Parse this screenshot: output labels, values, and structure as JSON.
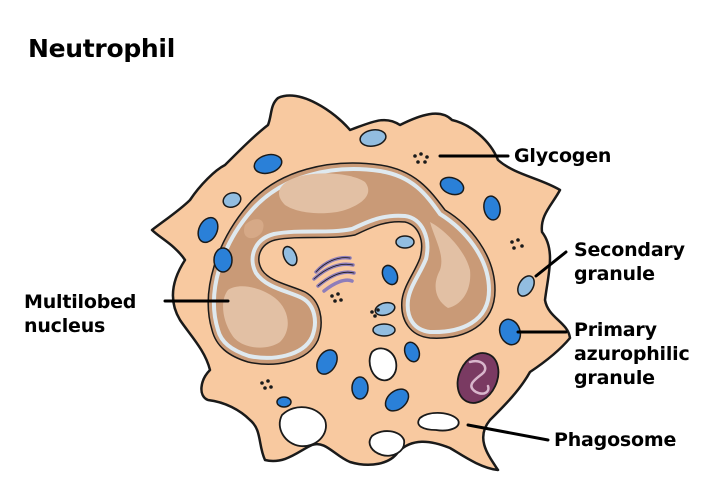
{
  "title": "Neutrophil",
  "labels": {
    "glycogen": [
      "Glycogen"
    ],
    "secondary_granule": [
      "Secondary",
      "granule"
    ],
    "primary_granule": [
      "Primary",
      "azurophilic",
      "granule"
    ],
    "multilobed_nucleus": [
      "Multilobed",
      "nucleus"
    ],
    "phagosome": [
      "Phagosome"
    ]
  },
  "colors": {
    "cytoplasm": "#f8c9a0",
    "nucleus": "#c99a77",
    "chromatin": "#e2c0a4",
    "nuclear_envelope": "#dfe9ef",
    "primary_granule": "#2a80d8",
    "secondary_granule": "#92bde0",
    "golgi": "#8e7dba",
    "mitochondrion": "#7a3a62",
    "outline": "#1a1a1a"
  }
}
